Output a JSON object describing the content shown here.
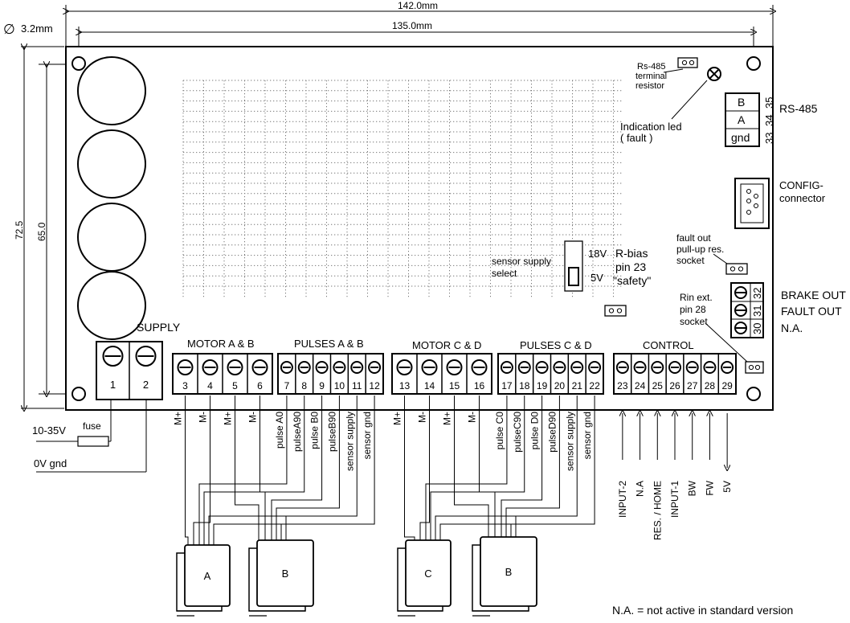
{
  "dimensions": {
    "hole_diameter": "3.2mm",
    "overall_width": "142.0mm",
    "hole_spacing_width": "135.0mm",
    "overall_height": "72.5",
    "hole_spacing_height": "65.0"
  },
  "labels": {
    "supply": "SUPPLY",
    "motor_ab": "MOTOR A & B",
    "pulses_ab": "PULSES A & B",
    "motor_cd": "MOTOR C & D",
    "pulses_cd": "PULSES C & D",
    "control": "CONTROL",
    "rs485": "RS-485",
    "config_1": "CONFIG-",
    "config_2": "connector",
    "rs485_term_1": "Rs-485",
    "rs485_term_2": "terminal",
    "rs485_term_3": "resistor",
    "led_1": "Indication led",
    "led_2": "( fault )",
    "fault_pullup_1": "fault out",
    "fault_pullup_2": "pull-up res.",
    "fault_pullup_3": "socket",
    "sensor_supply_1": "sensor supply",
    "sensor_supply_2": "select",
    "v18": "18V",
    "v5": "5V",
    "rbias_1": "R-bias",
    "rbias_2": "pin 23",
    "rbias_3": "\"safety\"",
    "rin_1": "Rin ext.",
    "rin_2": "pin 28",
    "rin_3": "socket",
    "brake_out": "BRAKE OUT",
    "fault_out": "FAULT OUT",
    "na": "N.A.",
    "supply_v": "10-35V",
    "fuse": "fuse",
    "gnd": "0V gnd",
    "footnote": "N.A. = not active in standard version"
  },
  "rs485_pins": [
    {
      "sig": "B",
      "num": "35"
    },
    {
      "sig": "A",
      "num": "34"
    },
    {
      "sig": "gnd",
      "num": "33"
    }
  ],
  "side_terminals": [
    "32",
    "31",
    "30"
  ],
  "supply_terminals": [
    "1",
    "2"
  ],
  "motor_ab_terminals": [
    "3",
    "4",
    "5",
    "6"
  ],
  "pulses_ab_terminals": [
    "7",
    "8",
    "9",
    "10",
    "11",
    "12"
  ],
  "motor_cd_terminals": [
    "13",
    "14",
    "15",
    "16"
  ],
  "pulses_cd_terminals": [
    "17",
    "18",
    "19",
    "20",
    "21",
    "22"
  ],
  "control_terminals": [
    "23",
    "24",
    "25",
    "26",
    "27",
    "28",
    "29"
  ],
  "motor_ab_signals": [
    "M+",
    "M-",
    "M+",
    "M-"
  ],
  "pulses_ab_signals": [
    "pulse A0",
    "pulseA90",
    "pulse B0",
    "pulseB90",
    "sensor supply",
    "sensor gnd"
  ],
  "motor_cd_signals": [
    "M+",
    "M-",
    "M+",
    "M-"
  ],
  "pulses_cd_signals": [
    "pulse C0",
    "pulseC90",
    "pulse D0",
    "pulseD90",
    "sensor supply",
    "sensor gnd"
  ],
  "control_signals": [
    "INPUT-2",
    "N.A",
    "RES. / HOME",
    "INPUT-1",
    "BW",
    "FW",
    "5V"
  ],
  "motors": [
    "A",
    "B",
    "C",
    "B"
  ]
}
